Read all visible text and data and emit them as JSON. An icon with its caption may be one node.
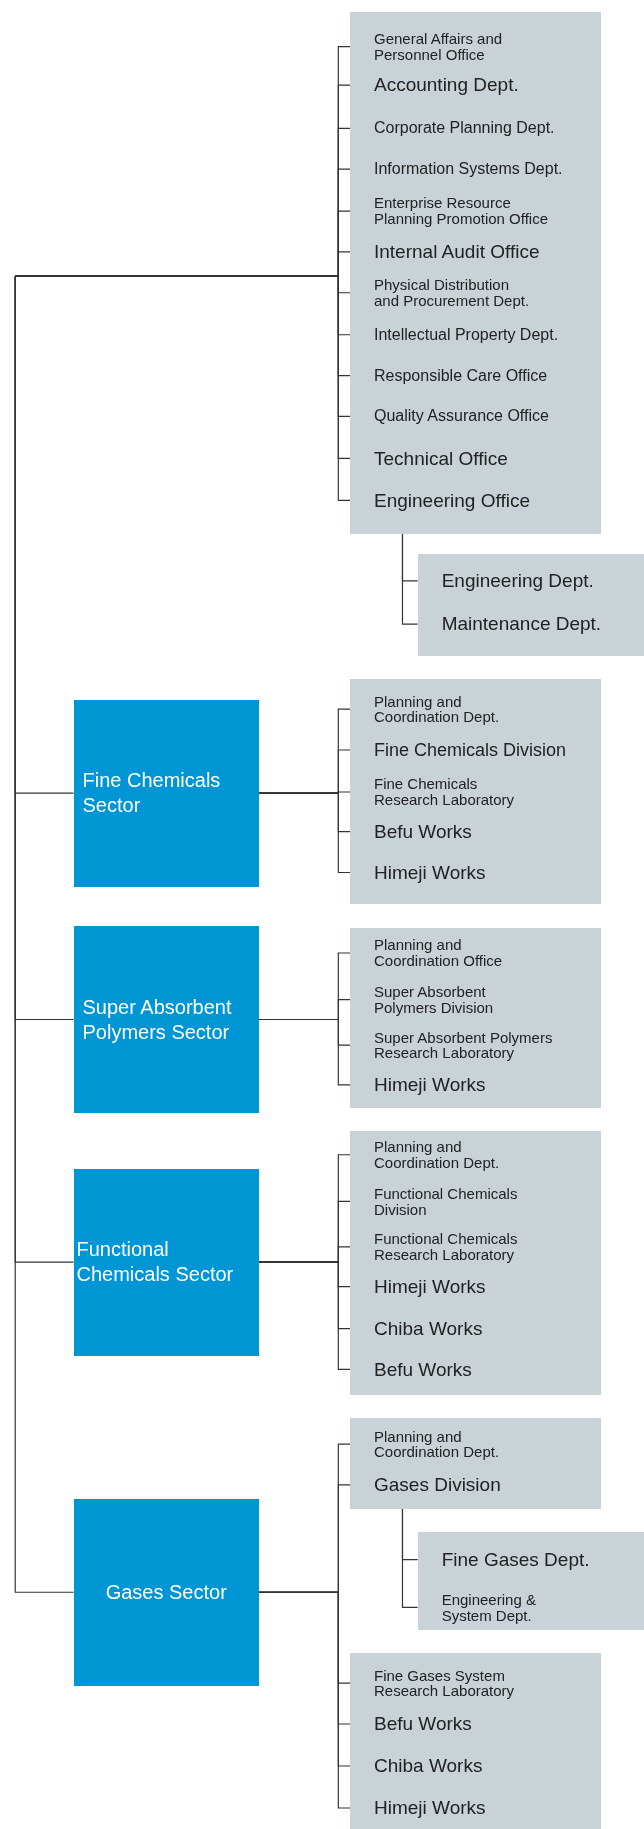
{
  "diagram": {
    "nodes": [
      {
        "text": [],
        "shape": "box"
      },
      {
        "text": [
          "General Affairs and Personnel Office"
        ],
        "in": 0
      },
      {
        "text": [
          "Accounting Dept."
        ],
        "in": 0
      },
      {
        "text": [
          "Corporate Planning Dept."
        ],
        "in": 0
      },
      {
        "text": [
          "Information Systems Dept."
        ],
        "in": 0
      },
      {
        "text": [
          "Enterprise Resource Planning Promotion Office"
        ],
        "in": 0
      },
      {
        "text": [
          "Internal Audit Office"
        ],
        "in": 0
      },
      {
        "text": [
          "Physical Distribution and Procurement Dept."
        ],
        "in": 0
      },
      {
        "text": [
          "Intellectual Property Dept."
        ],
        "in": 0
      },
      {
        "text": [
          "Responsible Care Office"
        ],
        "in": 0
      },
      {
        "text": [
          "Quality Assurance Office"
        ],
        "in": 0
      },
      {
        "text": [
          "Technical Office"
        ],
        "in": 0
      },
      {
        "text": [
          "Engineering Office"
        ],
        "in": 0
      },
      {
        "text": [],
        "shape": "box"
      },
      {
        "text": [
          "Engineering Dept."
        ],
        "in": 13
      },
      {
        "text": [
          "Maintenance Dept."
        ],
        "in": 13
      },
      {
        "text": [
          "Fine Chemicals Sector"
        ]
      },
      {
        "text": [],
        "shape": "box"
      },
      {
        "text": [
          "Planning and Coordination Dept."
        ],
        "in": 17
      },
      {
        "text": [
          "Fine Chemicals Division"
        ],
        "in": 17
      },
      {
        "text": [
          "Fine Chemicals Research Laboratory"
        ],
        "in": 17
      },
      {
        "text": [
          "Befu Works"
        ],
        "in": 17
      },
      {
        "text": [
          "Himeji Works"
        ],
        "in": 17
      },
      {
        "text": [
          "Super Absorbent Polymers Sector"
        ]
      },
      {
        "text": [],
        "shape": "box"
      },
      {
        "text": [
          "Planning and Coordination Office"
        ],
        "in": 24
      },
      {
        "text": [
          "Super Absorbent Polymers Division"
        ],
        "in": 24
      },
      {
        "text": [
          "Super Absorbent Polymers Research Laboratory"
        ],
        "in": 24
      },
      {
        "text": [
          "Himeji Works"
        ],
        "in": 24
      },
      {
        "text": [
          "Functional Chemicals Sector"
        ]
      },
      {
        "text": [],
        "shape": "box"
      },
      {
        "text": [
          "Planning and Coordination Dept."
        ],
        "in": 30
      },
      {
        "text": [
          "Functional Chemicals Division"
        ],
        "in": 30
      },
      {
        "text": [
          "Functional Chemicals Research Laboratory"
        ],
        "in": 30
      },
      {
        "text": [
          "Himeji Works"
        ],
        "in": 30
      },
      {
        "text": [
          "Chiba Works"
        ],
        "in": 30
      },
      {
        "text": [
          "Befu Works"
        ],
        "in": 30
      },
      {
        "text": [
          "Gases Sector"
        ]
      },
      {
        "text": [],
        "shape": "box"
      },
      {
        "text": [
          "Planning and Coordination Dept."
        ],
        "in": 38
      },
      {
        "text": [
          "Gases Division"
        ],
        "in": 38
      },
      {
        "text": [],
        "shape": "box"
      },
      {
        "text": [
          "Fine Gases Dept."
        ],
        "in": 41
      },
      {
        "text": [
          "Engineering & System Dept."
        ],
        "in": 41
      },
      {
        "text": [],
        "shape": "box"
      },
      {
        "text": [
          "Fine Gases System Research Laboratory"
        ],
        "in": 44
      },
      {
        "text": [
          "Befu Works"
        ],
        "in": 44
      },
      {
        "text": [
          "Chiba Works"
        ],
        "in": 44
      },
      {
        "text": [
          "Himeji Works"
        ],
        "in": 44
      }
    ],
    "edges": [
      {
        "from": null,
        "to": 1,
        "arrow": "none"
      },
      {
        "from": null,
        "to": 2,
        "arrow": "none"
      },
      {
        "from": null,
        "to": 3,
        "arrow": "none"
      },
      {
        "from": null,
        "to": 4,
        "arrow": "none"
      },
      {
        "from": null,
        "to": 5,
        "arrow": "none"
      },
      {
        "from": null,
        "to": 6,
        "arrow": "none"
      },
      {
        "from": null,
        "to": 7,
        "arrow": "none"
      },
      {
        "from": null,
        "to": 8,
        "arrow": "none"
      },
      {
        "from": null,
        "to": 9,
        "arrow": "none"
      },
      {
        "from": null,
        "to": 10,
        "arrow": "none"
      },
      {
        "from": null,
        "to": 11,
        "arrow": "none"
      },
      {
        "from": null,
        "to": 12,
        "arrow": "none"
      },
      {
        "from": 12,
        "to": 14,
        "arrow": "none"
      },
      {
        "from": 12,
        "to": 15,
        "arrow": "none"
      },
      {
        "from": null,
        "to": 16,
        "arrow": "none"
      },
      {
        "from": 16,
        "to": 18,
        "arrow": "none"
      },
      {
        "from": 16,
        "to": 19,
        "arrow": "none"
      },
      {
        "from": 16,
        "to": 20,
        "arrow": "none"
      },
      {
        "from": 16,
        "to": 21,
        "arrow": "none"
      },
      {
        "from": 16,
        "to": 22,
        "arrow": "none"
      },
      {
        "from": null,
        "to": 23,
        "arrow": "none"
      },
      {
        "from": 23,
        "to": 25,
        "arrow": "none"
      },
      {
        "from": 23,
        "to": 26,
        "arrow": "none"
      },
      {
        "from": 23,
        "to": 27,
        "arrow": "none"
      },
      {
        "from": 23,
        "to": 28,
        "arrow": "none"
      },
      {
        "from": null,
        "to": 29,
        "arrow": "none"
      },
      {
        "from": 29,
        "to": 31,
        "arrow": "none"
      },
      {
        "from": 29,
        "to": 32,
        "arrow": "none"
      },
      {
        "from": 29,
        "to": 33,
        "arrow": "none"
      },
      {
        "from": 29,
        "to": 34,
        "arrow": "none"
      },
      {
        "from": 29,
        "to": 35,
        "arrow": "none"
      },
      {
        "from": 29,
        "to": 36,
        "arrow": "none"
      },
      {
        "from": null,
        "to": 37,
        "arrow": "none"
      },
      {
        "from": 37,
        "to": 39,
        "arrow": "none"
      },
      {
        "from": 37,
        "to": 40,
        "arrow": "none"
      },
      {
        "from": 40,
        "to": 42,
        "arrow": "none"
      },
      {
        "from": 40,
        "to": 43,
        "arrow": "none"
      },
      {
        "from": 37,
        "to": 45,
        "arrow": "none"
      },
      {
        "from": 37,
        "to": 46,
        "arrow": "none"
      },
      {
        "from": 37,
        "to": 47,
        "arrow": "none"
      },
      {
        "from": 37,
        "to": 48,
        "arrow": "none"
      }
    ]
  }
}
